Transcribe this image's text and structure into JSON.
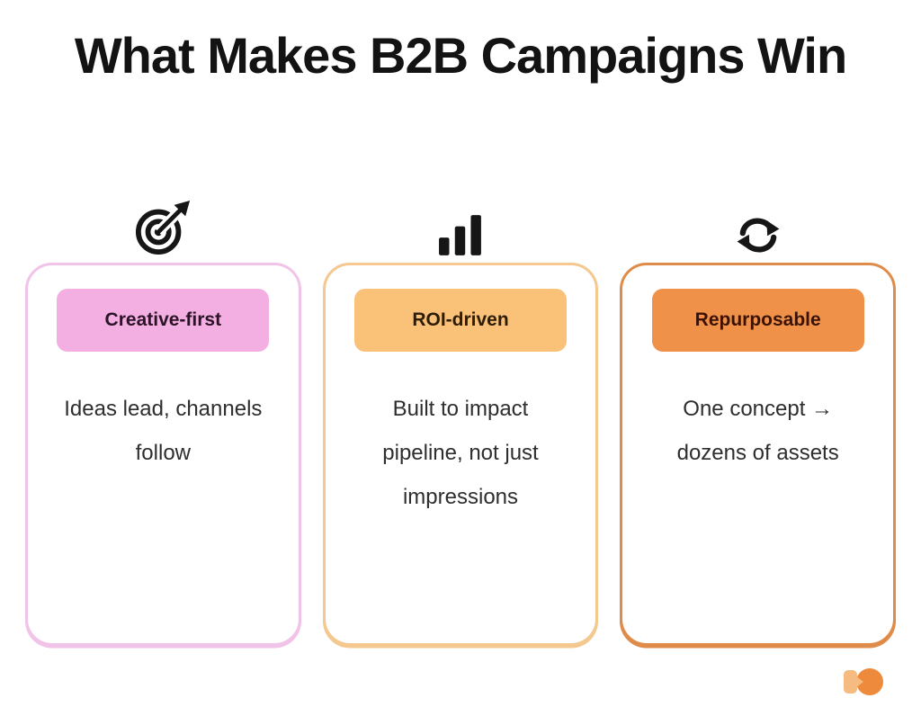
{
  "title": "What Makes B2B Campaigns Win",
  "cards": [
    {
      "icon": "target-icon",
      "badge": "Creative-first",
      "body": "Ideas lead, channels follow",
      "border_color": "#F2C3E8",
      "badge_bg": "#F3AEE2",
      "badge_text_color": "#2A1426"
    },
    {
      "icon": "bar-chart-icon",
      "badge": "ROI-driven",
      "body": "Built to impact pipeline, not just impressions",
      "border_color": "#F4C88E",
      "badge_bg": "#FAC179",
      "badge_text_color": "#2E1D06"
    },
    {
      "icon": "refresh-icon",
      "badge": "Repurposable",
      "body": "One concept → dozens of assets",
      "border_color": "#DF8B49",
      "badge_bg": "#F0914A",
      "badge_text_color": "#3B1305"
    }
  ],
  "icon_color": "#161616",
  "logo": {
    "light_color": "#F6BB81",
    "dark_color": "#EE8A3C"
  }
}
